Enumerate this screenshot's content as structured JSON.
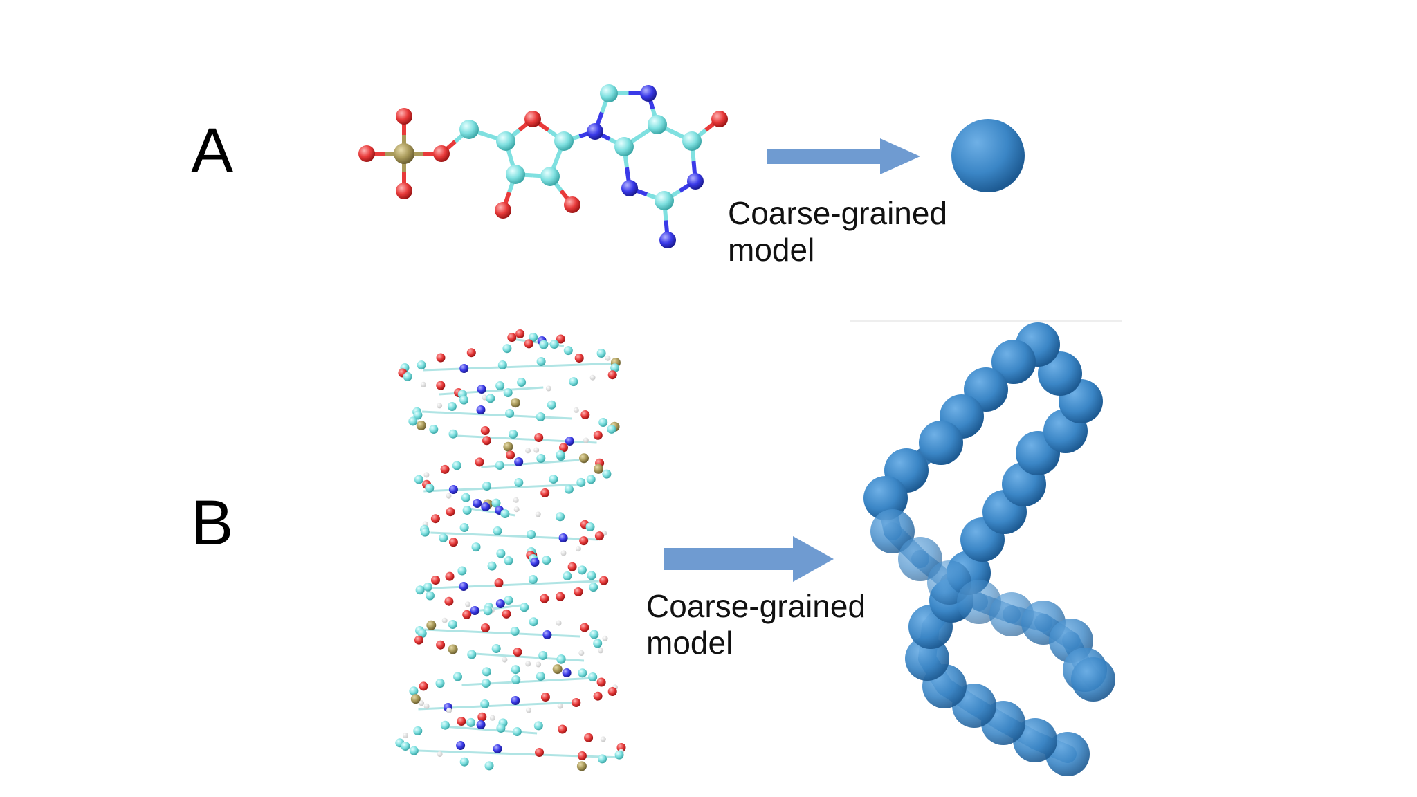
{
  "panels": [
    {
      "label": "A",
      "caption_line1": "Coarse-grained",
      "caption_line2": "model"
    },
    {
      "label": "B",
      "caption_line1": "Coarse-grained",
      "caption_line2": "model"
    }
  ],
  "colors": {
    "carbon": "#7fe0e0",
    "oxygen": "#e83a3a",
    "nitrogen": "#3a3ae8",
    "phosphorus": "#a99a5a",
    "hydrogen": "#f2f2f2",
    "bead": "#3b86c6",
    "arrow": "#6f9bd1"
  }
}
